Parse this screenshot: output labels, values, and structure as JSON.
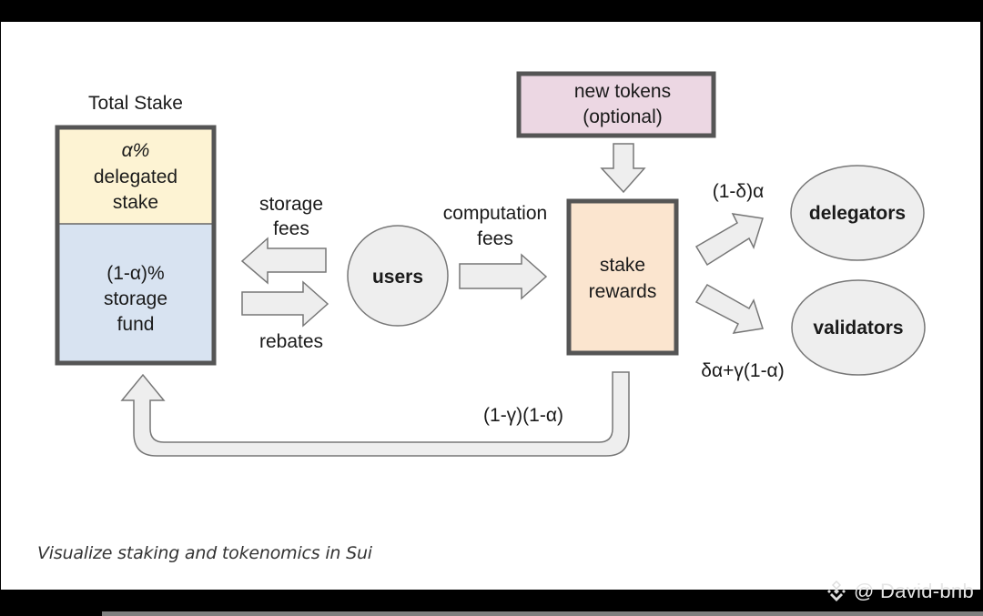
{
  "diagram": {
    "total_stake": {
      "title": "Total Stake",
      "delegated": {
        "line1": "α%",
        "line2": "delegated",
        "line3": "stake",
        "color": "#fdf3d3"
      },
      "storage": {
        "line1": "(1-α)%",
        "line2": "storage",
        "line3": "fund",
        "color": "#d8e3f1"
      }
    },
    "storage_fees": {
      "line1": "storage",
      "line2": "fees"
    },
    "rebates": {
      "label": "rebates"
    },
    "users": {
      "label": "users"
    },
    "computation_fees": {
      "line1": "computation",
      "line2": "fees"
    },
    "new_tokens": {
      "line1": "new tokens",
      "line2": "(optional)",
      "color": "#ecd7e3"
    },
    "stake_rewards": {
      "line1": "stake",
      "line2": "rewards",
      "color": "#fbe5cf"
    },
    "delegators_share": {
      "label": "(1-δ)α"
    },
    "validators_share": {
      "label": "δα+γ(1-α)"
    },
    "storage_fund_share": {
      "label": "(1-γ)(1-α)"
    },
    "delegators": {
      "label": "delegators"
    },
    "validators": {
      "label": "validators"
    },
    "colors": {
      "box_border": "#555555",
      "arrow_fill": "#eeeeee",
      "arrow_stroke": "#777777",
      "ellipse_fill": "#eeeeee"
    }
  },
  "caption": "Visualize staking and tokenomics in Sui",
  "watermark": "@ David-bnb"
}
